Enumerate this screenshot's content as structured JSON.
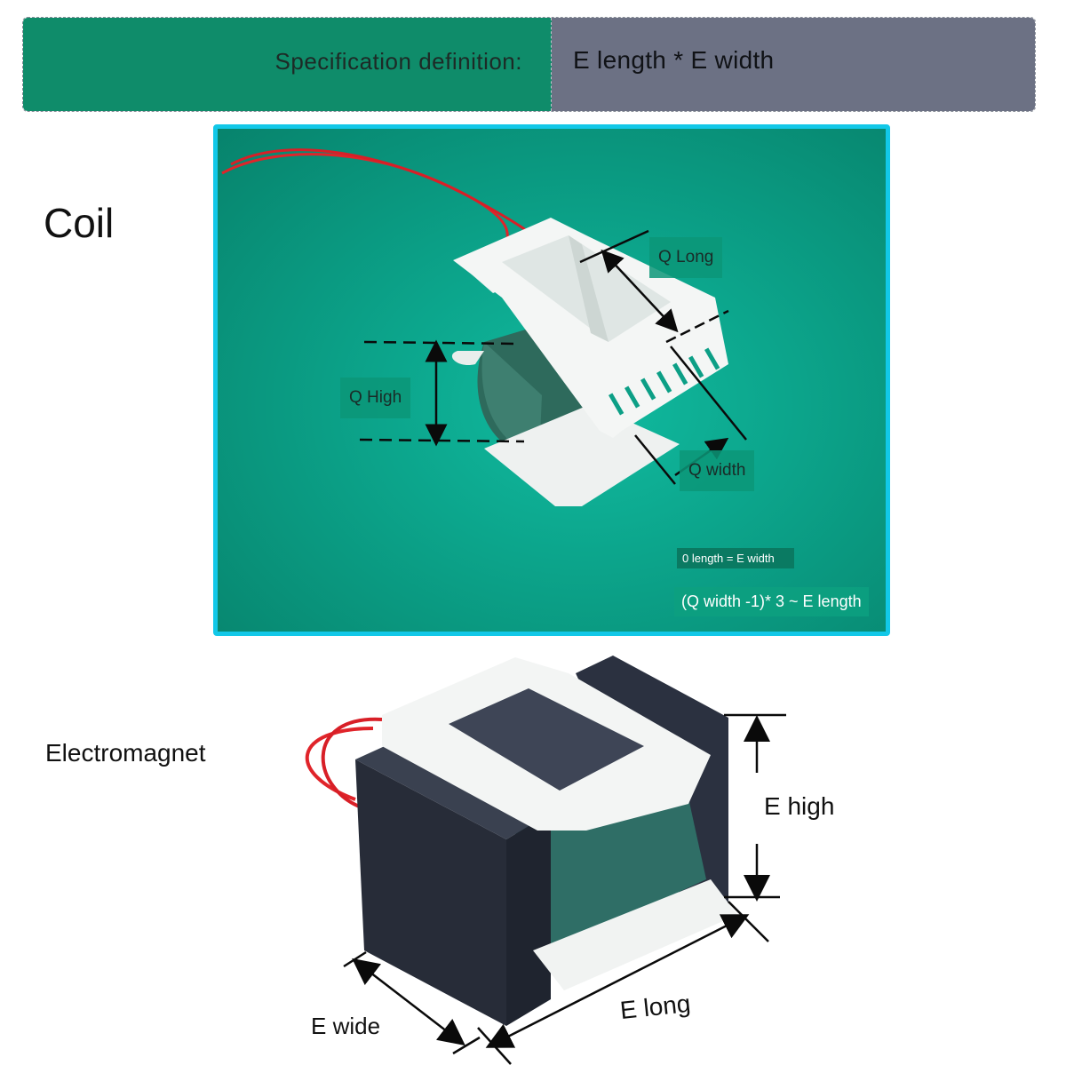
{
  "banner": {
    "label": "Specification definition:",
    "value": "E length * E width",
    "colors": {
      "left": "#0f8c6a",
      "right": "#6c7184"
    }
  },
  "coil": {
    "title": "Coil",
    "labels": {
      "q_long": "Q Long",
      "q_high": "Q High",
      "q_width": "Q width",
      "zero_length": "0 length = E width",
      "formula": "(Q width -1)* 3 ~ E length"
    },
    "frame_color": "#12c8e8",
    "wire_color": "#e0242a"
  },
  "electromagnet": {
    "title": "Electromagnet",
    "labels": {
      "e_high": "E high",
      "e_wide": "E wide",
      "e_long": "E long"
    }
  }
}
